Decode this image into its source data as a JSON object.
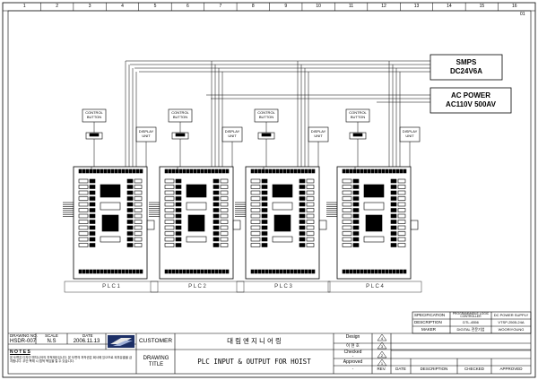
{
  "grid": {
    "columns": [
      "1",
      "2",
      "3",
      "4",
      "5",
      "6",
      "7",
      "8",
      "9",
      "10",
      "11",
      "12",
      "13",
      "14",
      "15",
      "16"
    ],
    "sheet_ref": "01"
  },
  "blocks": {
    "smps": [
      "SMPS",
      "DC24V6A"
    ],
    "ac_power": [
      "AC POWER",
      "AC110V 500AV"
    ],
    "control_button": [
      "CONTROL",
      "BUTTON"
    ],
    "display_unit": [
      "DISPLAY",
      "UNIT"
    ]
  },
  "plc_labels": [
    "P L C 1",
    "P L C 2",
    "P L C 3",
    "P L C 4"
  ],
  "spec_table": {
    "rows": [
      {
        "label": "SPECIFICATION",
        "value": "PROGRAMMABLE LOGIC CONTROLLER",
        "right": "DC POWER SUPPLY"
      },
      {
        "label": "DESCRIPTION",
        "value": "DTL-4556",
        "right": "VTSP-2505-24A"
      },
      {
        "label": "MAKER",
        "value": "DIGITAL 전문기업",
        "right": "WOORIYOUNG"
      }
    ]
  },
  "title_block": {
    "drawing_no_label": "DRAWING NO.",
    "drawing_no": "HSDR-007",
    "scale_label": "SCALE",
    "scale": "N.S",
    "date_label": "DATE",
    "date": "2006.11.13",
    "notes_title": "N O T E S",
    "notes_text": "본 도면은 디자인 엔지니어의 지적재산입니다. 본 도면의 저작권은 회사에 있으므로 외부유출을 금지합니다. 무단 복제 시 법적 책임을 질 수 있습니다.",
    "customer_label": "CUSTOMER",
    "customer": "대 림 엔 지 니 어 링",
    "drawing_title_label": "DRAWING TITLE",
    "drawing_title": "PLC INPUT & OUTPUT FOR HOIST",
    "design_label": "Design",
    "design_value": "이 현 호",
    "checked_label": "Checked",
    "checked_value": "-",
    "approved_label": "Approved",
    "approved_value": "-",
    "revision_marks": [
      "4",
      "3",
      "2",
      "1"
    ],
    "rev_headers": [
      "REV.",
      "DATE",
      "DESCRIPTION",
      "CHECKED",
      "APPROVED"
    ]
  }
}
